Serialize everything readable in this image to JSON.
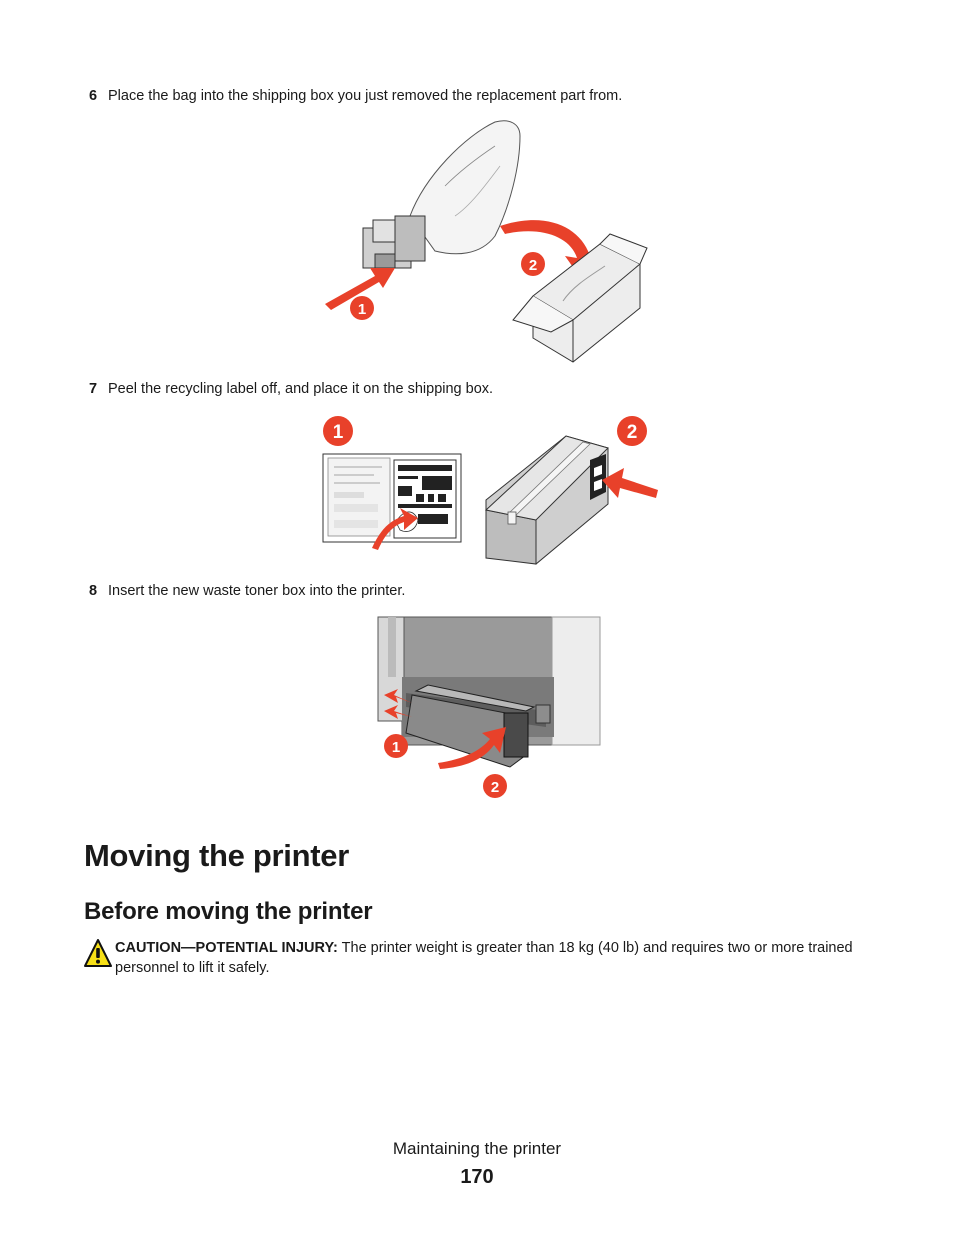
{
  "steps": [
    {
      "number": "6",
      "text": "Place the bag into the shipping box you just removed the replacement part from."
    },
    {
      "number": "7",
      "text": "Peel the recycling label off, and place it on the shipping box."
    },
    {
      "number": "8",
      "text": "Insert the new waste toner box into the printer."
    }
  ],
  "figures": {
    "fig1": {
      "callouts": [
        "1",
        "2"
      ]
    },
    "fig2": {
      "callouts": [
        "1",
        "2"
      ]
    },
    "fig3": {
      "callouts": [
        "1",
        "2"
      ]
    }
  },
  "section": {
    "title": "Moving the printer",
    "subtitle": "Before moving the printer"
  },
  "caution": {
    "label": "CAUTION—POTENTIAL INJURY:",
    "text": " The printer weight is greater than 18 kg (40 lb) and requires two or more trained personnel to lift it safely."
  },
  "footer": {
    "title": "Maintaining the printer",
    "page": "170"
  },
  "colors": {
    "accent": "#e8412a",
    "warning_yellow": "#f7e017"
  },
  "icons": {
    "warning": "warning-triangle-icon"
  }
}
